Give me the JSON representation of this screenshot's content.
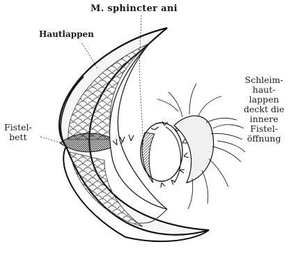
{
  "labels": {
    "sphincter": "M. sphincter ani",
    "hautlappen": "Hautlappen",
    "fistelbett": "Fistel-\nbett",
    "schleimhaut": "Schleim-\nhaut-\nlappen\ndeckt die\ninnere\nFistel-\nöffnung"
  }
}
